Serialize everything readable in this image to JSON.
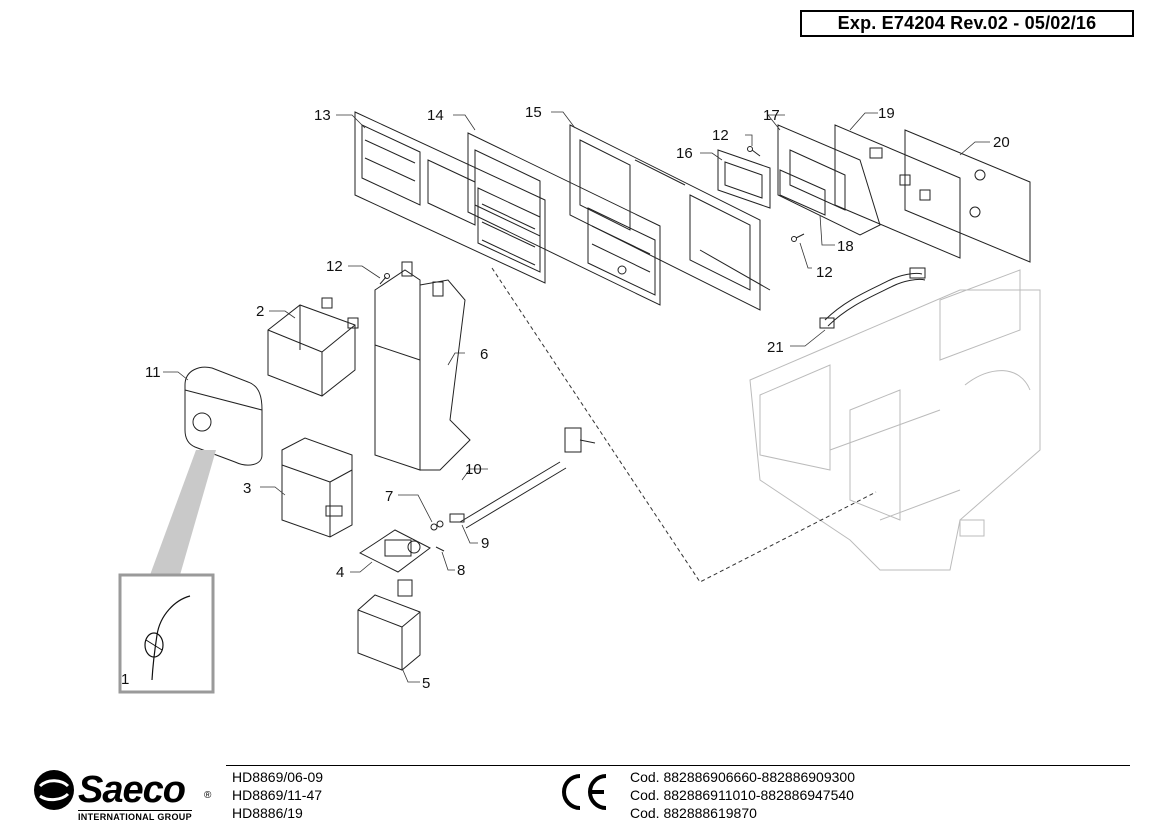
{
  "header": {
    "reference": "Exp. E74204 Rev.02 - 05/02/16"
  },
  "callouts": [
    "1",
    "2",
    "3",
    "4",
    "5",
    "6",
    "7",
    "8",
    "9",
    "10",
    "11",
    "12",
    "12",
    "12",
    "13",
    "14",
    "15",
    "16",
    "17",
    "18",
    "19",
    "20",
    "21"
  ],
  "footer": {
    "brand": "Saeco",
    "brand_sub": "INTERNATIONAL GROUP",
    "models": [
      "HD8869/06-09",
      "HD8869/11-47",
      "HD8886/19"
    ],
    "certification": "CE",
    "codes": [
      "Cod. 882886906660-882886909300",
      "Cod. 882886911010-882886947540",
      "Cod. 882888619870"
    ]
  }
}
